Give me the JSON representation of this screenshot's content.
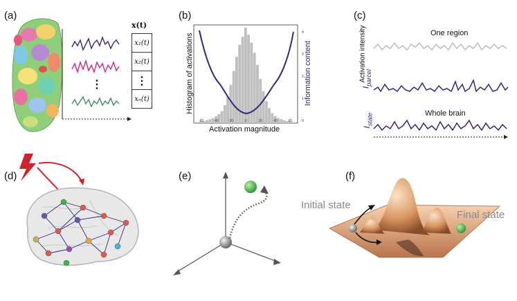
{
  "panels": {
    "a": {
      "label": "(a)",
      "vector_header": "x(t)",
      "cells": [
        "x₁(t)",
        "x₂(t)",
        "⋮",
        "xₙ(t)"
      ],
      "dots": "⋮"
    },
    "b": {
      "label": "(b)",
      "xlabel": "Activation magnitude",
      "ylabel_left": "Histogram of activations",
      "ylabel_right": "Information content"
    },
    "c": {
      "label": "(c)",
      "ylabel": "Activation intensity",
      "one_region": "One region",
      "whole_brain": "Whole brain",
      "i_parcel": "I",
      "i_parcel_sub": "parcel",
      "i_state": "I",
      "i_state_sub": "state"
    },
    "d": {
      "label": "(d)"
    },
    "e": {
      "label": "(e)"
    },
    "f": {
      "label": "(f)",
      "initial_state": "Initial state",
      "final_state": "Final state"
    }
  },
  "colors": {
    "navy": "#2b2a7a",
    "magenta": "#d6238a",
    "green": "#3b8f62",
    "gray_trace": "#bdbdbd",
    "hist": "#bfbfbf",
    "info_curve": "#2b2a7a",
    "red_bolt": "#d0222a",
    "landscape": "#d9a27a"
  },
  "chart_data": {
    "type": "bar",
    "xlabel": "Activation magnitude",
    "ylabel": "Histogram of activations",
    "x_ticks": [
      "-60",
      "-40",
      "-20",
      "0",
      "20",
      "40",
      "60"
    ],
    "y_ticks_right": [
      "4",
      "3",
      "2",
      "1",
      "0"
    ],
    "xlim": [
      -70,
      70
    ],
    "bins": [
      -68,
      -64,
      -60,
      -56,
      -52,
      -48,
      -44,
      -40,
      -36,
      -32,
      -28,
      -24,
      -20,
      -16,
      -12,
      -8,
      -4,
      0,
      4,
      8,
      12,
      16,
      20,
      24,
      28,
      32,
      36,
      40,
      44,
      48,
      52,
      56,
      60,
      64,
      68
    ],
    "values": [
      1,
      1,
      2,
      2,
      3,
      4,
      5,
      7,
      9,
      12,
      18,
      26,
      38,
      52,
      66,
      78,
      86,
      95,
      88,
      80,
      70,
      58,
      44,
      32,
      22,
      15,
      10,
      7,
      5,
      4,
      3,
      2,
      2,
      1,
      1
    ],
    "series": [
      {
        "name": "Information content",
        "type": "line",
        "note": ""
      }
    ]
  }
}
